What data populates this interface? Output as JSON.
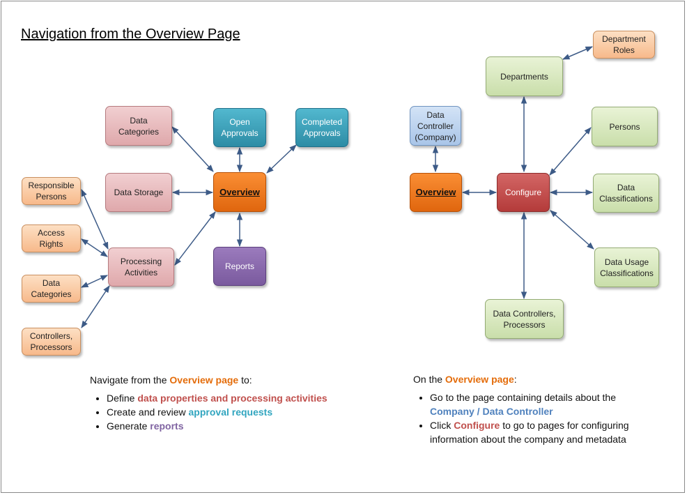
{
  "title": "Navigation from the Overview Page",
  "left_nodes": {
    "data_categories": "Data Categories",
    "open_approvals": "Open Approvals",
    "completed_approvals": "Completed Approvals",
    "data_storage": "Data Storage",
    "overview": "Overview",
    "responsible_persons": "Responsible Persons",
    "access_rights": "Access Rights",
    "processing_activities": "Processing Activities",
    "reports": "Reports",
    "data_categories_2": "Data Categories",
    "controllers_processors": "Controllers, Processors"
  },
  "right_nodes": {
    "department_roles": "Department Roles",
    "departments": "Departments",
    "data_controller": "Data Controller (Company)",
    "persons": "Persons",
    "overview": "Overview",
    "configure": "Configure",
    "data_classifications": "Data Classifications",
    "data_usage_classifications": "Data Usage Classifications",
    "data_controllers_processors": "Data Controllers, Processors"
  },
  "left_text": {
    "intro_prefix": "Navigate from the ",
    "intro_highlight": "Overview page",
    "intro_suffix": " to:",
    "b1_prefix": "Define ",
    "b1_highlight": "data properties and processing activities",
    "b2_prefix": "Create and review ",
    "b2_highlight": "approval requests",
    "b3_prefix": "Generate ",
    "b3_highlight": "reports"
  },
  "right_text": {
    "intro_prefix": "On the ",
    "intro_highlight": "Overview page",
    "intro_suffix": ":",
    "b1_prefix": "Go to the page containing details about the ",
    "b1_highlight": "Company / Data Controller",
    "b2_prefix": "Click ",
    "b2_highlight": "Configure",
    "b2_suffix": " to go to pages for configuring information about the company and metadata"
  },
  "colors": {
    "overview": "#e46c0a",
    "data_properties": "#c0504d",
    "approvals": "#31a5bf",
    "reports": "#8064a2",
    "company": "#4f81bd",
    "configure": "#c0504d"
  }
}
